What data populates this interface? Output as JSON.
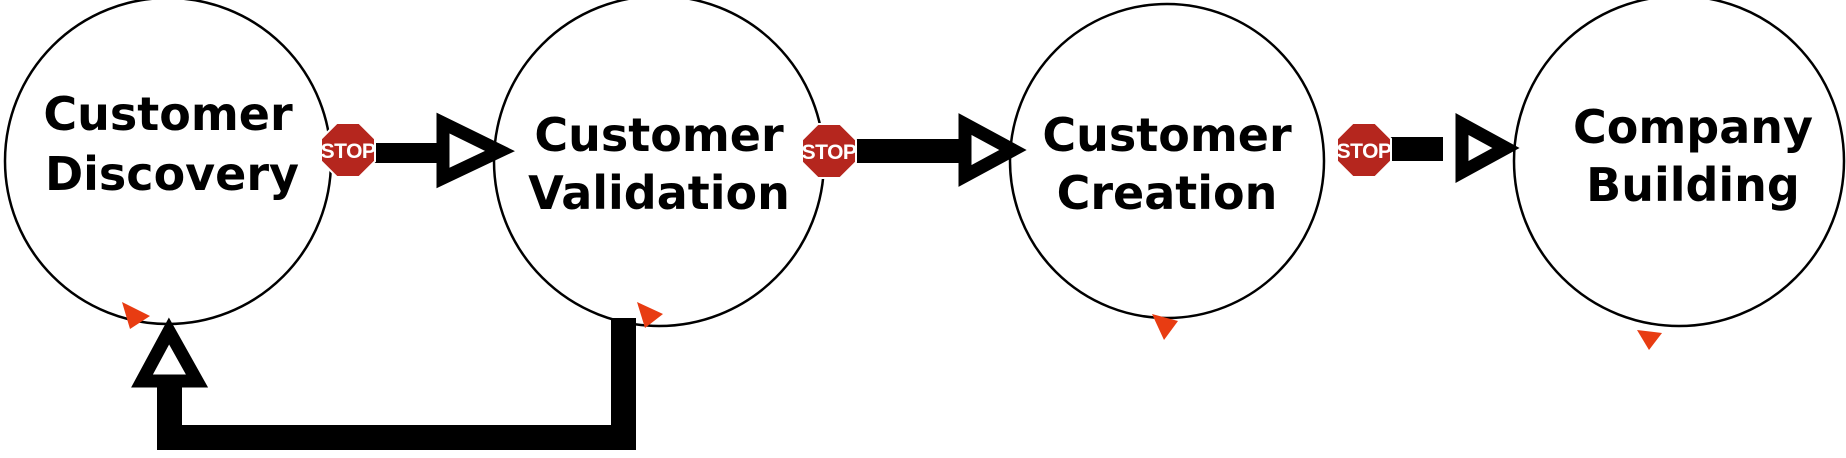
{
  "stages": [
    {
      "line1": "Customer",
      "line2": "Discovery"
    },
    {
      "line1": "Customer",
      "line2": "Validation"
    },
    {
      "line1": "Customer",
      "line2": "Creation"
    },
    {
      "line1": "Company",
      "line2": "Building"
    }
  ],
  "stop_signs": [
    {
      "label": "STOP"
    },
    {
      "label": "STOP"
    },
    {
      "label": "STOP"
    }
  ],
  "colors": {
    "stop_sign": "#b5261e",
    "loop_marker": "#e83c12",
    "arrow": "#000000",
    "circle_stroke": "#000000"
  }
}
